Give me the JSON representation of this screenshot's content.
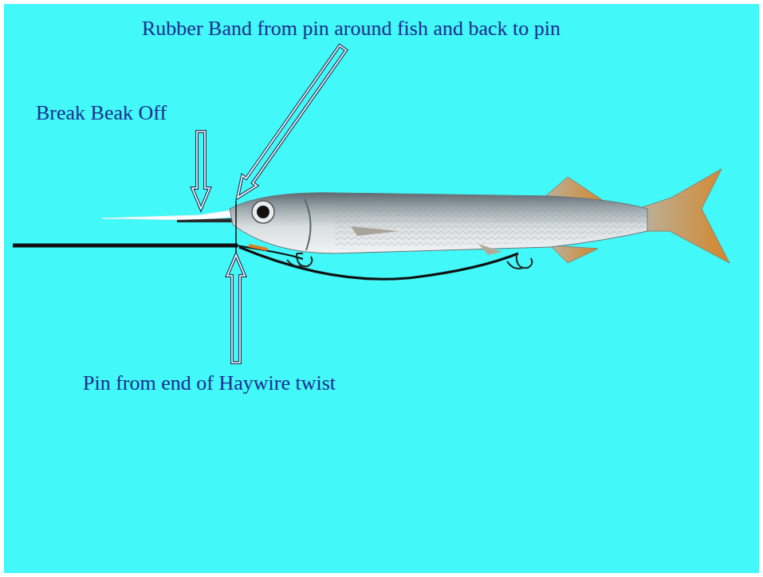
{
  "diagram": {
    "labels": [
      "Rubber Band from pin around fish and back to pin",
      "Break Beak Off",
      "Pin from end of Haywire twist"
    ]
  }
}
